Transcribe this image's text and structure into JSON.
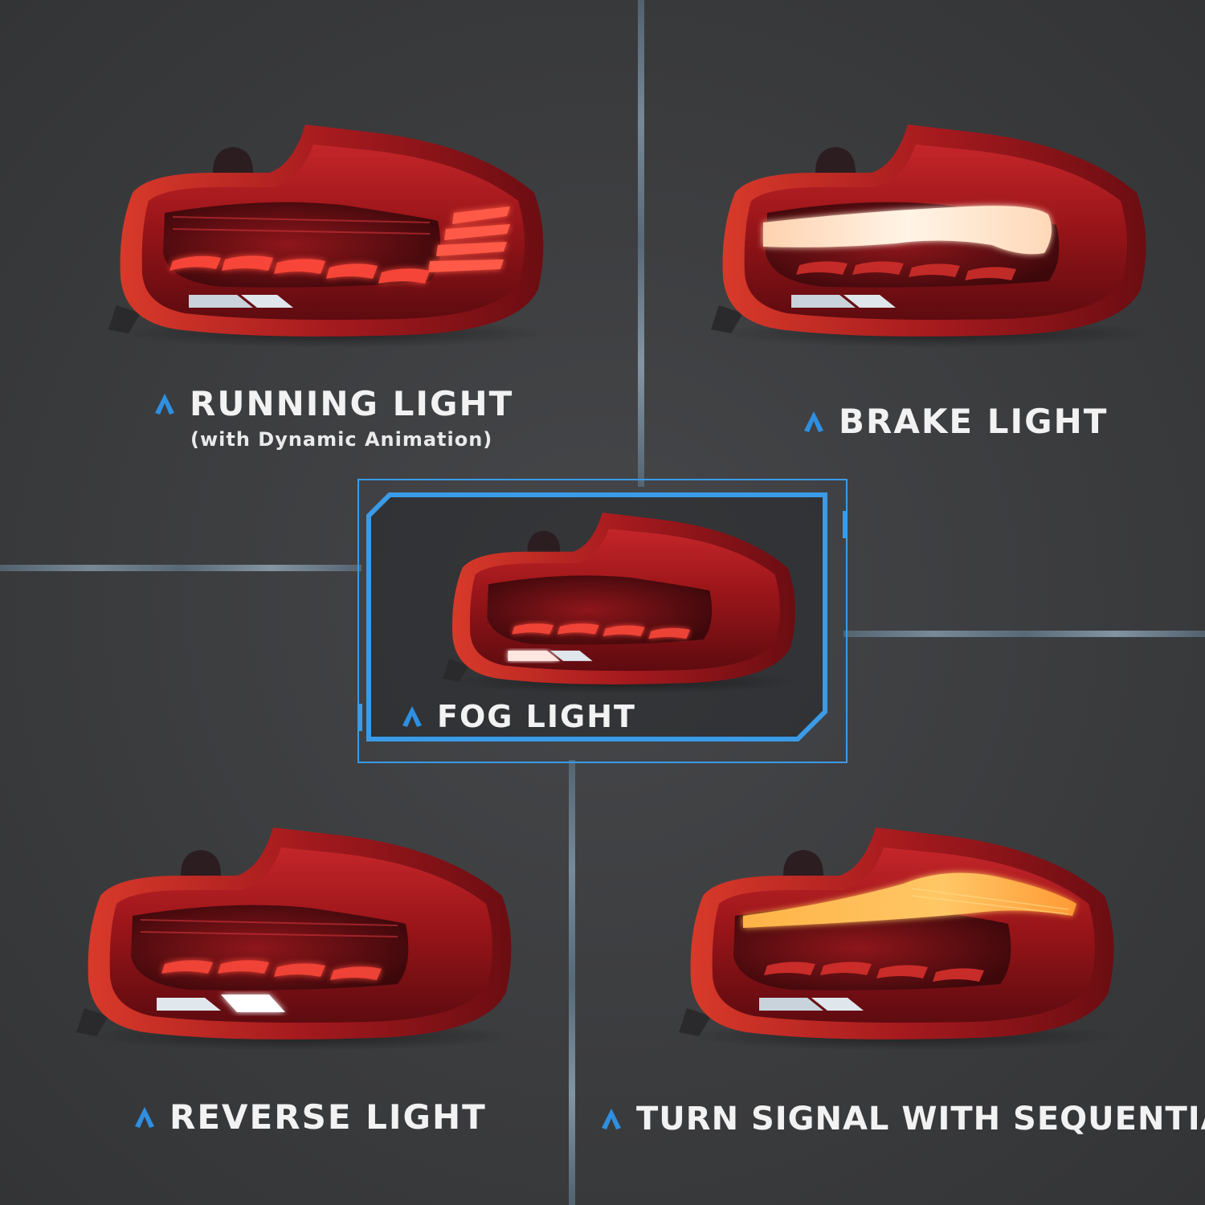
{
  "panels": {
    "running": {
      "title": "RUNNING LIGHT",
      "subtitle": "(with Dynamic Animation)"
    },
    "brake": {
      "title": "BRAKE LIGHT"
    },
    "fog": {
      "title": "FOG LIGHT"
    },
    "reverse": {
      "title": "REVERSE LIGHT"
    },
    "turn": {
      "title": "TURN SIGNAL WITH SEQUENTIAL"
    }
  },
  "colors": {
    "accent": "#2f8fe0",
    "frame": "#3a9be8",
    "lens_red": "#b01a1f",
    "lens_dark": "#5a0d12",
    "glow_white": "#fff4e8",
    "glow_amber": "#ffb347",
    "glow_red": "#ff4a3a"
  }
}
